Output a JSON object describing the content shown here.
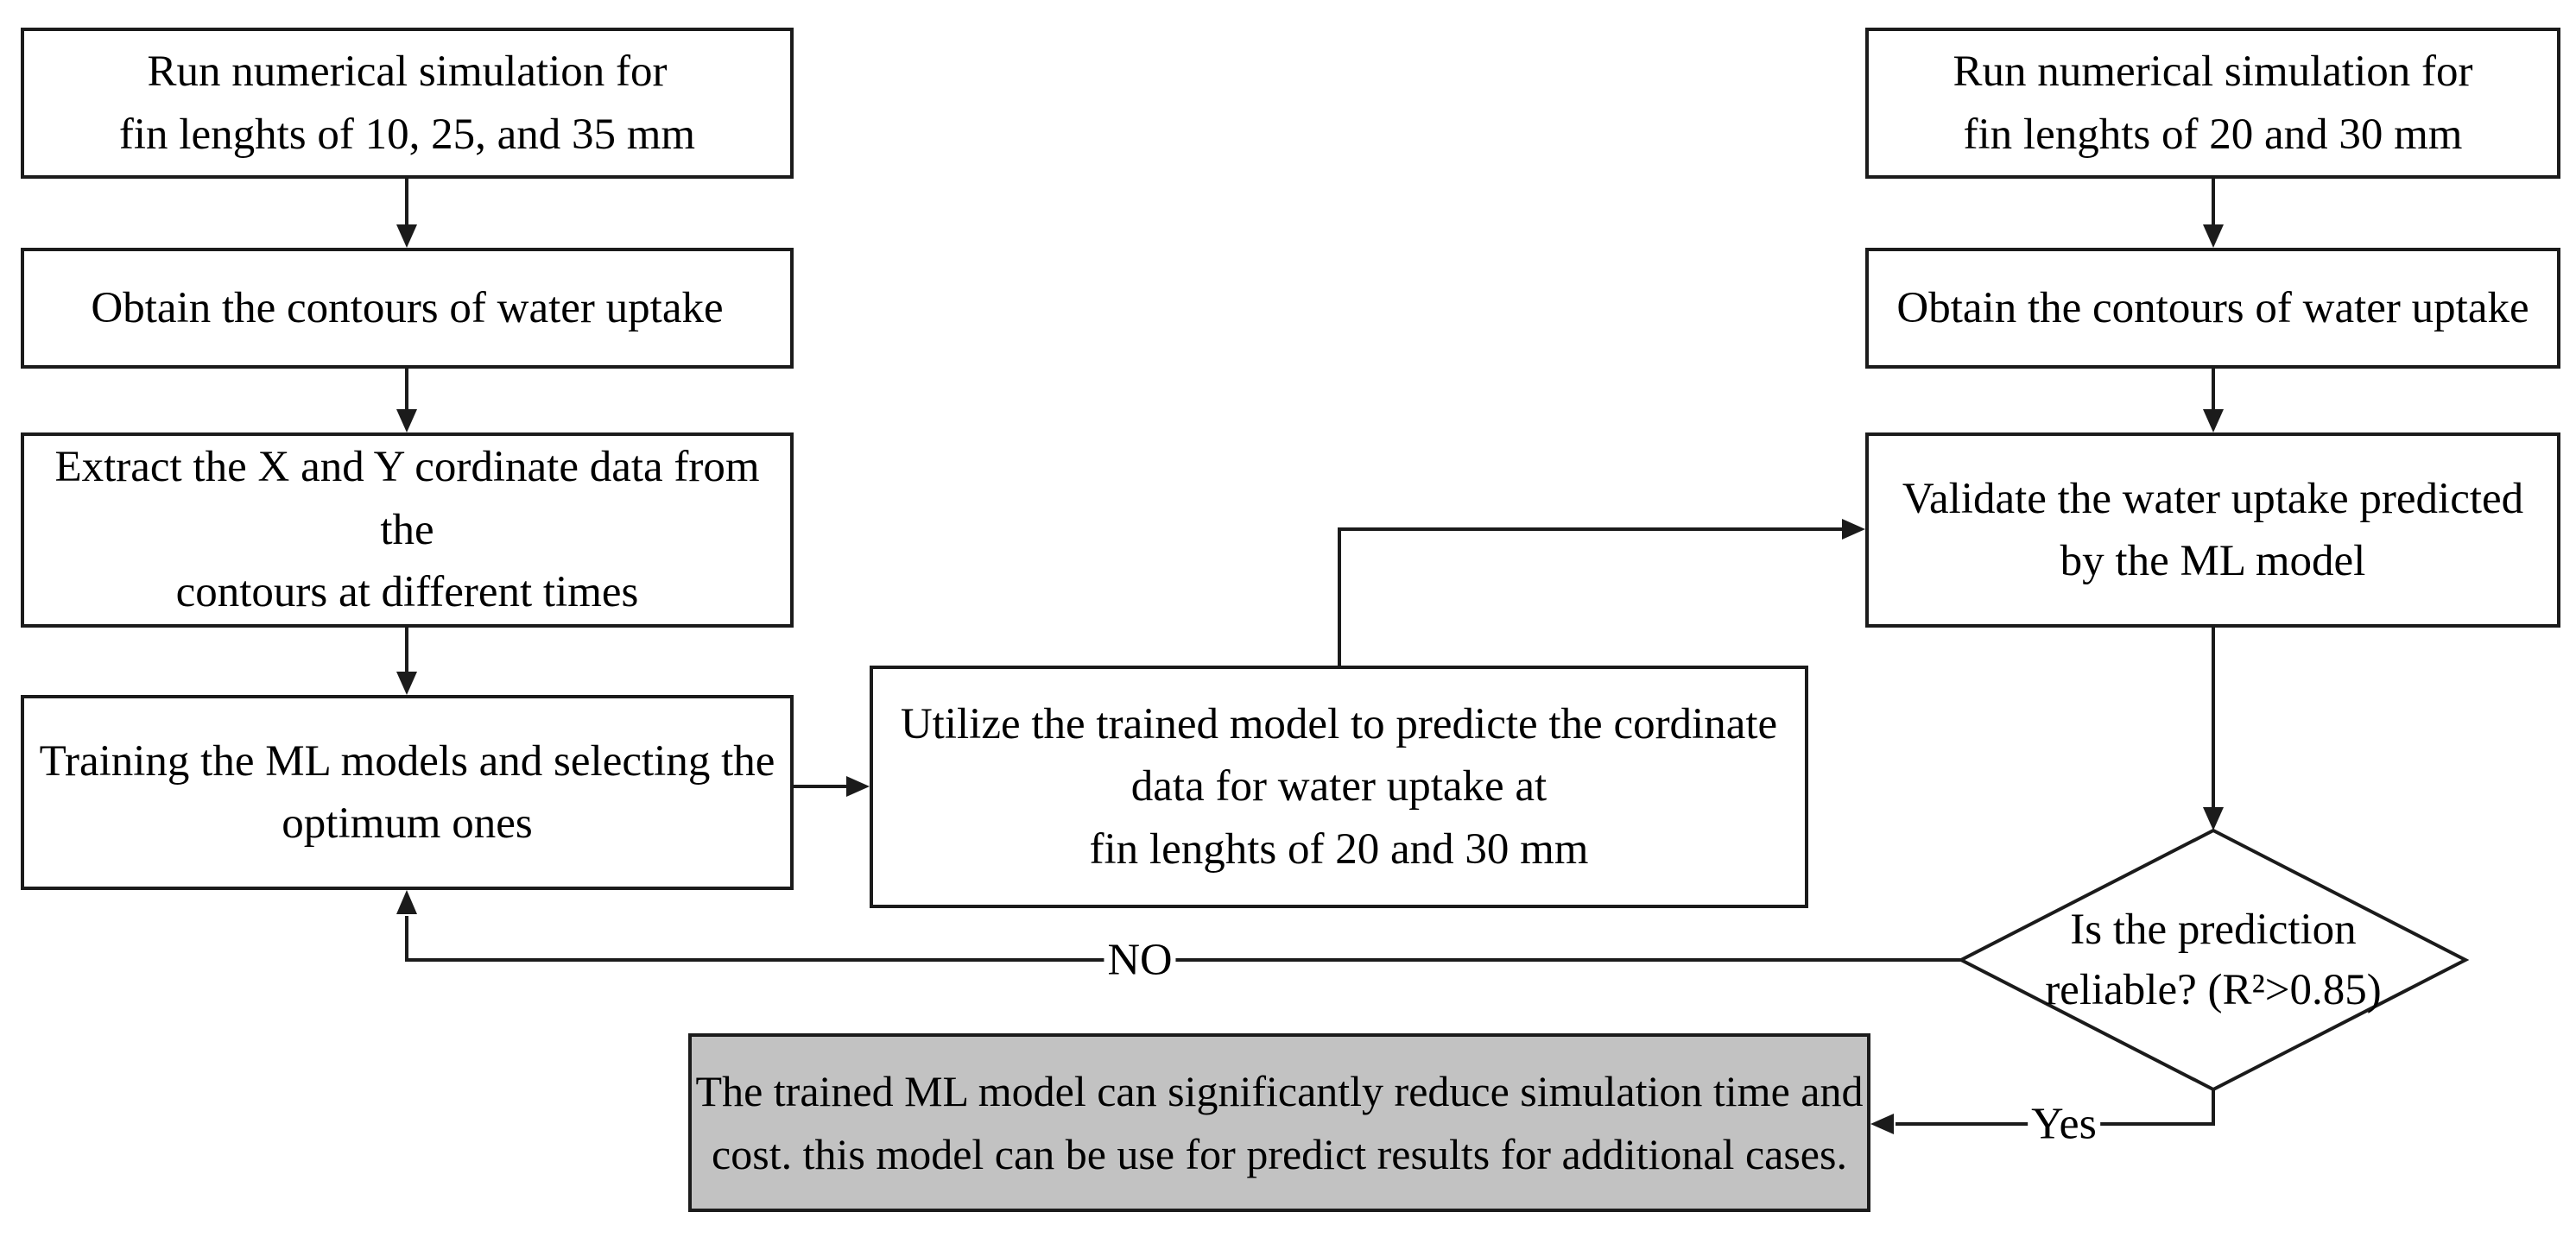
{
  "diagram": {
    "type": "flowchart",
    "description": "Machine-learning workflow for predicting water uptake contours at different fin lengths"
  },
  "colors": {
    "background": "#ffffff",
    "box_fill": "#ffffff",
    "conclusion_fill": "#c2c2c2",
    "line": "#1b1b1b",
    "text": "#000000"
  },
  "nodes": {
    "sim_train": {
      "text": "Run numerical simulation for\nfin lenghts of 10, 25, and 35 mm"
    },
    "contours_train": {
      "text": "Obtain the contours of water uptake"
    },
    "extract": {
      "text": "Extract the X and Y cordinate data from the\ncontours at different times"
    },
    "training": {
      "text": "Training the ML models and selecting the\noptimum ones"
    },
    "predict": {
      "text": "Utilize the trained model to predicte the cordinate\ndata for water uptake at\nfin lenghts of 20 and 30 mm"
    },
    "sim_val": {
      "text": "Run numerical simulation for\nfin lenghts of 20 and 30 mm"
    },
    "contours_val": {
      "text": "Obtain the contours of water uptake"
    },
    "validate": {
      "text": "Validate the water uptake predicted\nby the ML model"
    },
    "decision": {
      "text": "Is the prediction\nreliable? (R²>0.85)"
    },
    "conclusion": {
      "text": "The trained ML model can significantly reduce simulation time and\ncost. this model can be use for predict results for additional cases."
    }
  },
  "labels": {
    "no": "NO",
    "yes": "Yes"
  },
  "edges": [
    {
      "from": "sim_train",
      "to": "contours_train"
    },
    {
      "from": "contours_train",
      "to": "extract"
    },
    {
      "from": "extract",
      "to": "training"
    },
    {
      "from": "training",
      "to": "predict"
    },
    {
      "from": "predict",
      "to": "validate"
    },
    {
      "from": "sim_val",
      "to": "contours_val"
    },
    {
      "from": "contours_val",
      "to": "validate"
    },
    {
      "from": "validate",
      "to": "decision"
    },
    {
      "from": "decision",
      "to": "training",
      "label": "NO"
    },
    {
      "from": "decision",
      "to": "conclusion",
      "label": "Yes"
    }
  ]
}
